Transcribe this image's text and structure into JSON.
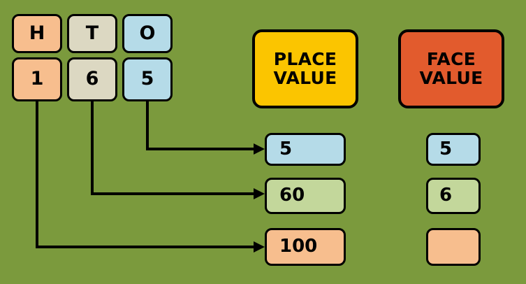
{
  "background_color": "#7b9a3d",
  "palette": {
    "peach": "#f7be8e",
    "tan": "#dcd8c2",
    "blue": "#b5dbe8",
    "green": "#c3d79b",
    "yellow": "#fbc500",
    "red": "#e25b2d",
    "outline": "#000000"
  },
  "place_chart": {
    "headers": [
      {
        "label": "H",
        "meaning": "hundreds",
        "color": "#f7be8e"
      },
      {
        "label": "T",
        "meaning": "tens",
        "color": "#dcd8c2"
      },
      {
        "label": "O",
        "meaning": "ones",
        "color": "#b5dbe8"
      }
    ],
    "digits": [
      {
        "label": "1",
        "color": "#f7be8e"
      },
      {
        "label": "6",
        "color": "#dcd8c2"
      },
      {
        "label": "5",
        "color": "#b5dbe8"
      }
    ],
    "number": "165"
  },
  "columns": {
    "place_value": {
      "title_line1": "PLACE",
      "title_line2": "VALUE",
      "color": "#fbc500",
      "entries": [
        {
          "label": "5",
          "color": "#b5dbe8"
        },
        {
          "label": "60",
          "color": "#c3d79b"
        },
        {
          "label": "100",
          "color": "#f7be8e"
        }
      ]
    },
    "face_value": {
      "title_line1": "FACE",
      "title_line2": "VALUE",
      "color": "#e25b2d",
      "entries": [
        {
          "label": "5",
          "color": "#b5dbe8"
        },
        {
          "label": "6",
          "color": "#c3d79b"
        },
        {
          "label": "",
          "color": "#f7be8e"
        }
      ]
    }
  },
  "connectors": [
    {
      "from": "digit-ones-5",
      "to": "place-value-5"
    },
    {
      "from": "digit-tens-6",
      "to": "place-value-60"
    },
    {
      "from": "digit-hundreds-1",
      "to": "place-value-100"
    }
  ]
}
